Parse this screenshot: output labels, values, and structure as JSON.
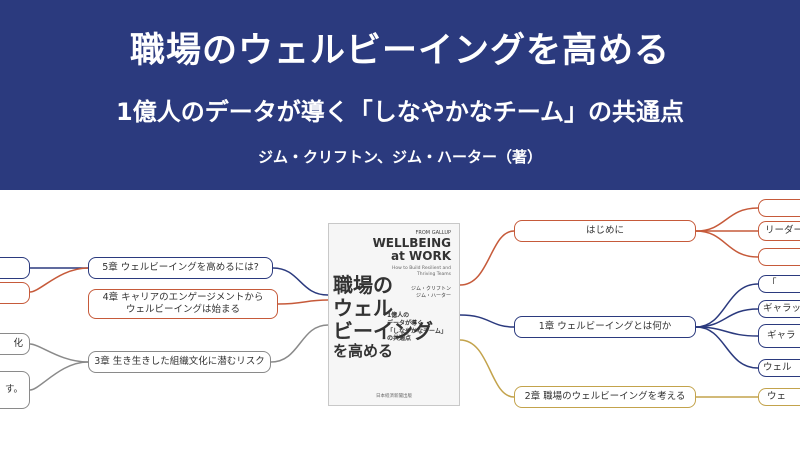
{
  "banner": {
    "title": "職場のウェルビーイングを高める",
    "subtitle": "1億人のデータが導く「しなやかなチーム」の共通点",
    "authors": "ジム・クリフトン、ジム・ハーター（著）"
  },
  "book_cover": {
    "en_small": "FROM GALLUP",
    "en_title_1": "WELLBEING",
    "en_title_2": "at WORK",
    "en_subtitle": "How to Build Resilient and Thriving Teams",
    "authors_1": "ジム・クリフトン",
    "authors_2": "ジム・ハーター",
    "jp_title_1": "職場の",
    "jp_title_2": "ウェル",
    "jp_title_3": "ビーイング",
    "jp_title_4": "を高める",
    "jp_sub_1": "1億人の",
    "jp_sub_2": "データが導く",
    "jp_sub_3": "「しなやかなチーム」",
    "jp_sub_4": "の共通点",
    "publisher": "日本経済新聞出版"
  },
  "left_nodes": {
    "ch5": "5章 ウェルビーイングを高めるには?",
    "ch4_line1": "4章 キャリアのエンゲージメントから",
    "ch4_line2": "ウェルビーイングは始まる",
    "ch3": "3章 生き生きした組織文化に潜むリスク",
    "frag_ka": "化",
    "frag_su": "す。"
  },
  "right_nodes": {
    "intro": "はじめに",
    "ch1": "1章 ウェルビーイングとは何か",
    "ch2": "2章 職場のウェルビーイングを考える",
    "frag_leader": "リーダー",
    "frag_quote": "「",
    "frag_gallup1": "ギャラッ",
    "frag_gallup2": "ギャラ",
    "frag_wel": "ウェル",
    "frag_we": "ウェ"
  },
  "colors": {
    "banner": "#2b3a7e",
    "blue": "#2b3a7e",
    "red": "#c65a3a",
    "gray": "#8a8a8a",
    "gold": "#c3a34c"
  }
}
